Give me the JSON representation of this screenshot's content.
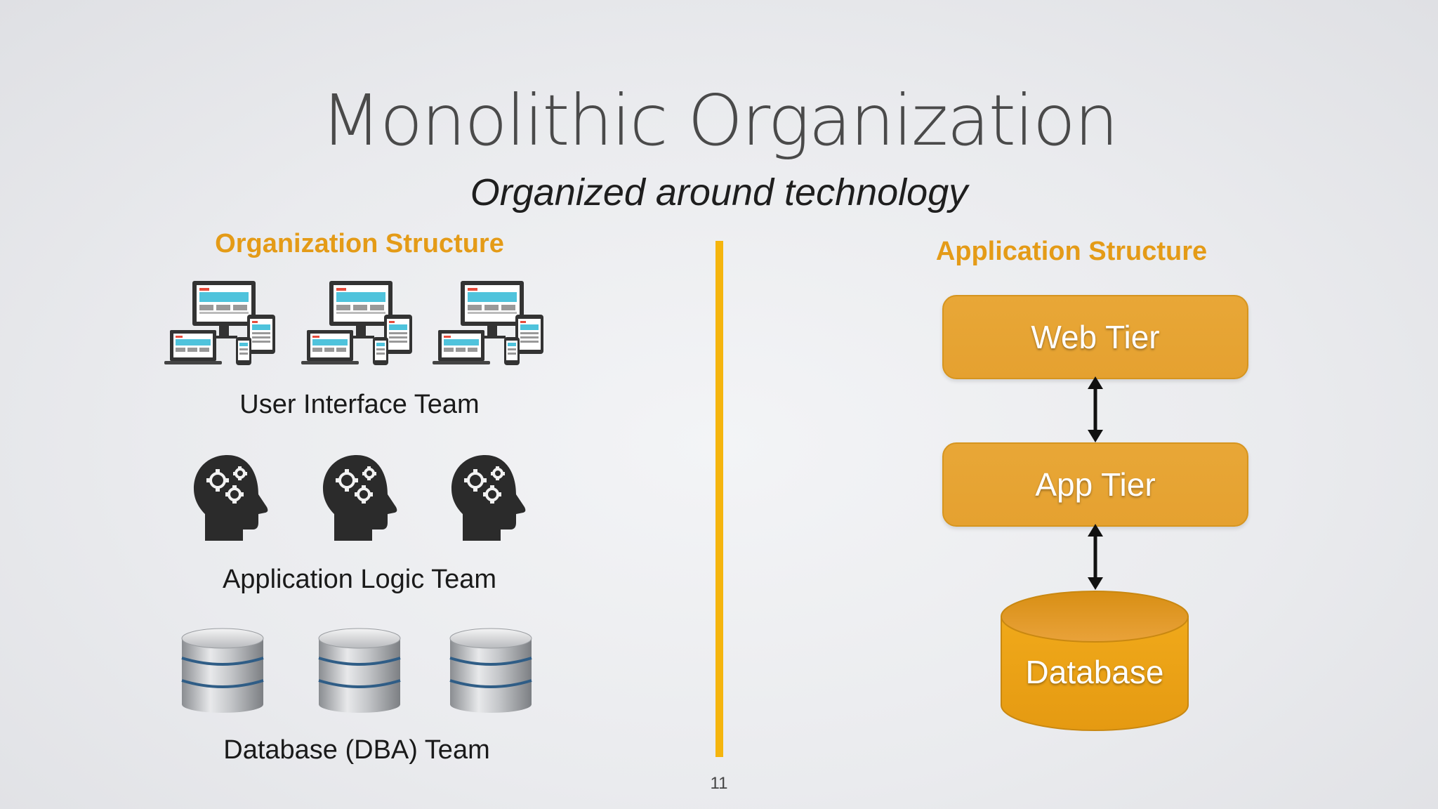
{
  "slide": {
    "title": "Monolithic Organization",
    "subtitle": "Organized around technology",
    "page_number": "11"
  },
  "organization": {
    "heading": "Organization Structure",
    "teams": [
      {
        "label": "User Interface Team",
        "icon": "multi-device-icon",
        "count": 3
      },
      {
        "label": "Application Logic Team",
        "icon": "head-gears-icon",
        "count": 3
      },
      {
        "label": "Database (DBA) Team",
        "icon": "database-stack-icon",
        "count": 3
      }
    ]
  },
  "application": {
    "heading": "Application Structure",
    "tiers": [
      {
        "label": "Web Tier"
      },
      {
        "label": "App Tier"
      },
      {
        "label": "Database"
      }
    ]
  },
  "colors": {
    "accent": "#e49b17",
    "divider": "#f5b50e",
    "tier_fill": "#e6a434",
    "text_dark": "#4a4a4a"
  }
}
